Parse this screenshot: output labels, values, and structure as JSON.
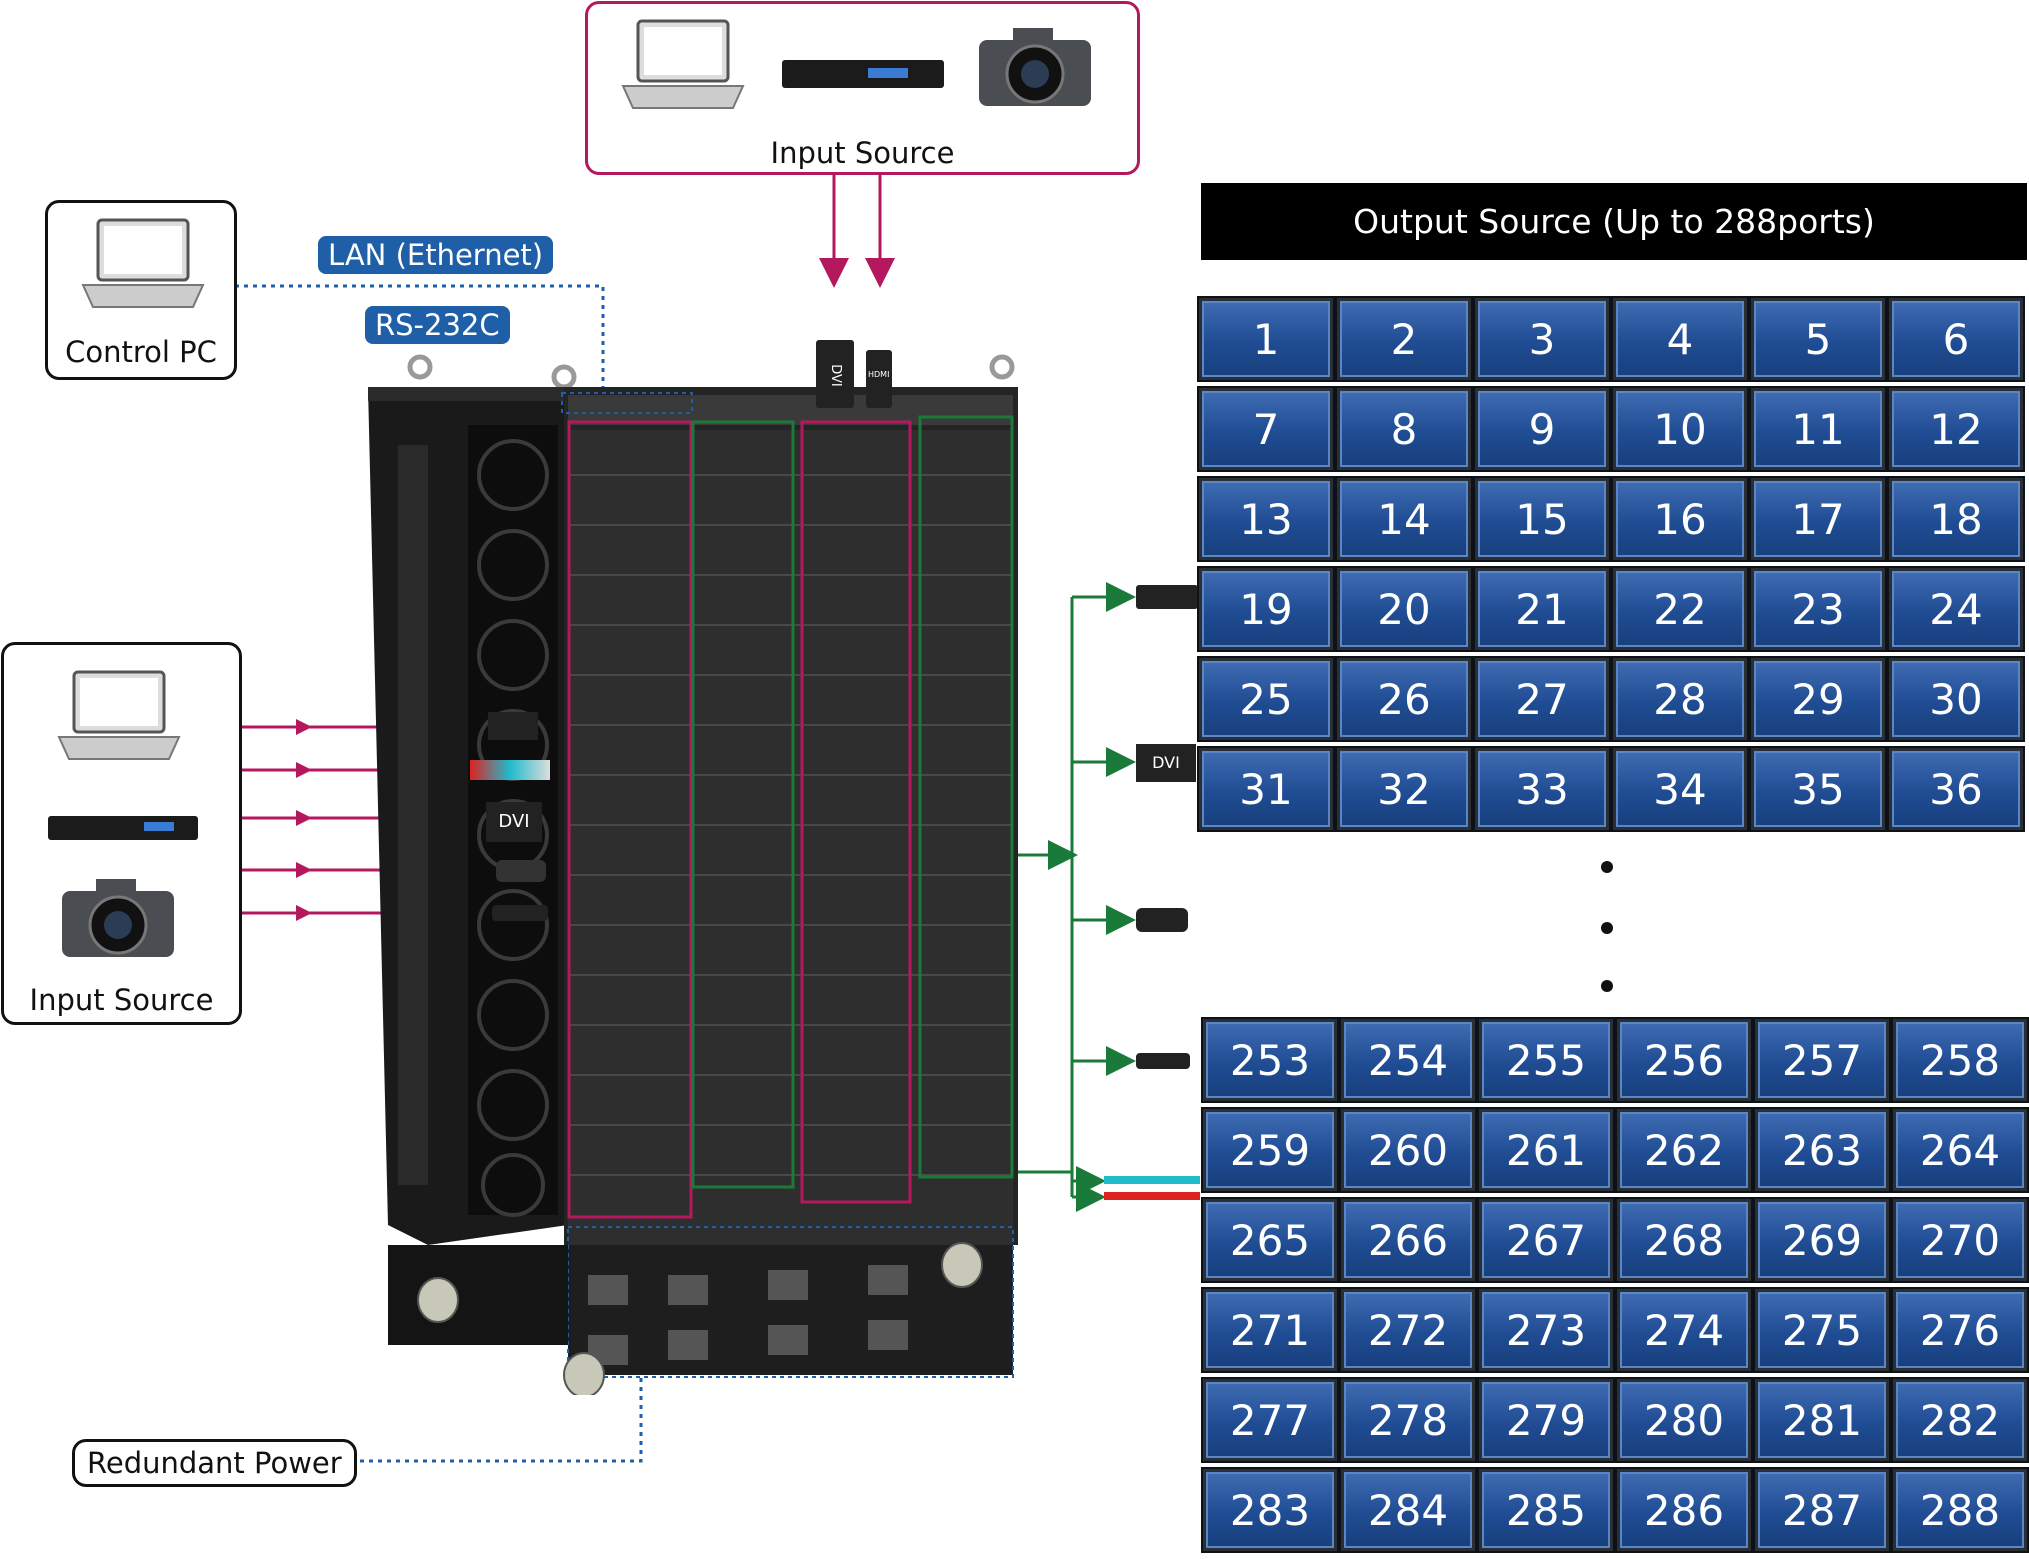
{
  "top_input": {
    "label": "Input Source"
  },
  "left_input": {
    "label": "Input Source"
  },
  "control_pc": {
    "label": "Control PC"
  },
  "lan_label": "LAN (Ethernet)",
  "rs232_label": "RS-232C",
  "redundant_power": "Redundant Power",
  "output": {
    "header": "Output Source (Up to 288ports)",
    "top_ports": [
      1,
      2,
      3,
      4,
      5,
      6,
      7,
      8,
      9,
      10,
      11,
      12,
      13,
      14,
      15,
      16,
      17,
      18,
      19,
      20,
      21,
      22,
      23,
      24,
      25,
      26,
      27,
      28,
      29,
      30,
      31,
      32,
      33,
      34,
      35,
      36
    ],
    "bottom_ports": [
      253,
      254,
      255,
      256,
      257,
      258,
      259,
      260,
      261,
      262,
      263,
      264,
      265,
      266,
      267,
      268,
      269,
      270,
      271,
      272,
      273,
      274,
      275,
      276,
      277,
      278,
      279,
      280,
      281,
      282,
      283,
      284,
      285,
      286,
      287,
      288
    ]
  },
  "connector_labels": {
    "hdmi": "HDMI",
    "dvi": "DVI"
  },
  "colors": {
    "input_line": "#b5195d",
    "output_line": "#1a7a3a",
    "lan_line": "#1f5fa8",
    "tile_blue": "#1f4c93",
    "header_black": "#000000"
  },
  "icons": [
    "laptop-icon",
    "media-player-icon",
    "camera-icon",
    "hdmi-connector-icon",
    "dvi-connector-icon",
    "fiber-connector-icon",
    "bnc-connector-icon"
  ]
}
